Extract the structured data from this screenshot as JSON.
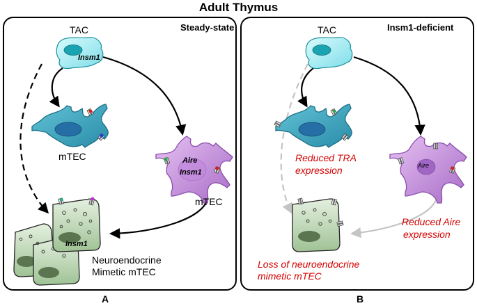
{
  "title": "Adult Thymus",
  "panel_a": {
    "state": "Steady-state",
    "tac_label": "TAC",
    "tac_gene": "Insm1",
    "mtec_left_label": "mTEC",
    "mtec_right_label": "mTEC",
    "aire_gene": "Aire",
    "insm1_gene": "Insm1",
    "ne_gene": "Insm1",
    "ne_label_line1": "Neuroendocrine",
    "ne_label_line2": "Mimetic mTEC",
    "footer": "A"
  },
  "panel_b": {
    "state": "Insm1-deficient",
    "tac_label": "TAC",
    "aire_gene": "Aire",
    "tra_line1": "Reduced TRA",
    "tra_line2": "expression",
    "aire_line1": "Reduced Aire",
    "aire_line2": "expression",
    "loss_line1": "Loss of neuroendocrine",
    "loss_line2": "mimetic mTEC",
    "footer": "B"
  },
  "colors": {
    "tac_fill": "#a8eef4",
    "tac_nucleus": "#1aa3b0",
    "mtec_fill": "#3aa6c0",
    "mtec_nucleus": "#256ea6",
    "aire_fill": "#c08ad6",
    "aire_nucleus": "#8e4fb3",
    "ne_fill": "#b6d4ad",
    "ne_nucleus": "#5a7550",
    "loss_text": "#d40000",
    "faded_arrow": "#c4c4c4"
  }
}
